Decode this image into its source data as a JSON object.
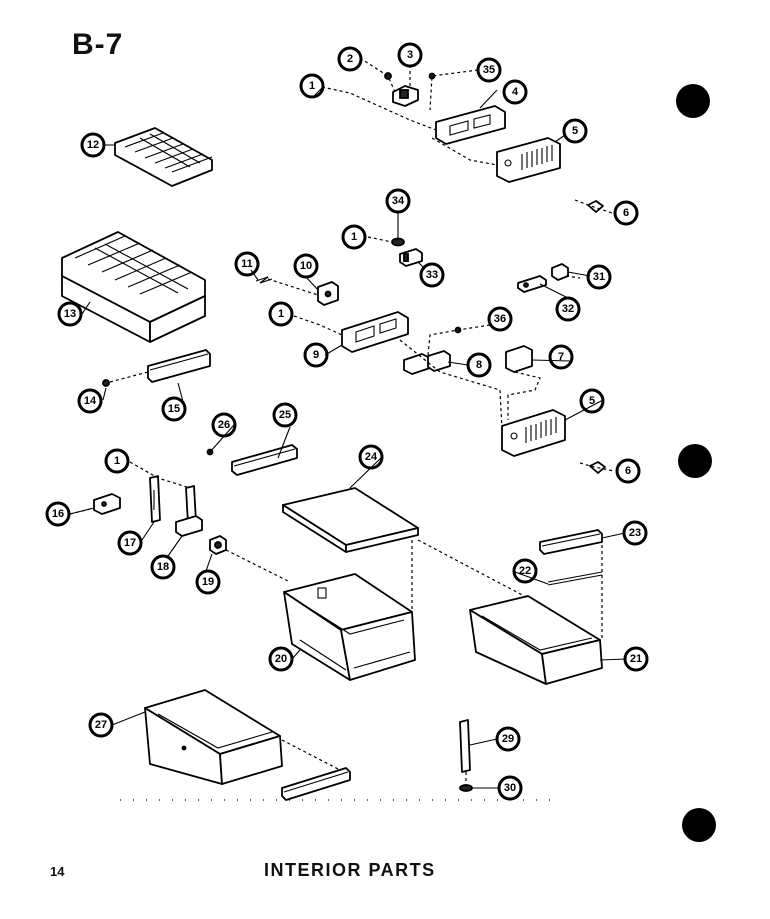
{
  "page_label": "B-7",
  "page_number": "14",
  "page_title": "INTERIOR PARTS",
  "callouts": [
    "1",
    "2",
    "3",
    "35",
    "4",
    "5",
    "6",
    "12",
    "34",
    "1",
    "33",
    "31",
    "11",
    "10",
    "13",
    "32",
    "1",
    "36",
    "9",
    "8",
    "7",
    "14",
    "15",
    "5",
    "26",
    "25",
    "24",
    "6",
    "1",
    "16",
    "17",
    "18",
    "19",
    "23",
    "22",
    "20",
    "21",
    "27",
    "29",
    "30"
  ]
}
